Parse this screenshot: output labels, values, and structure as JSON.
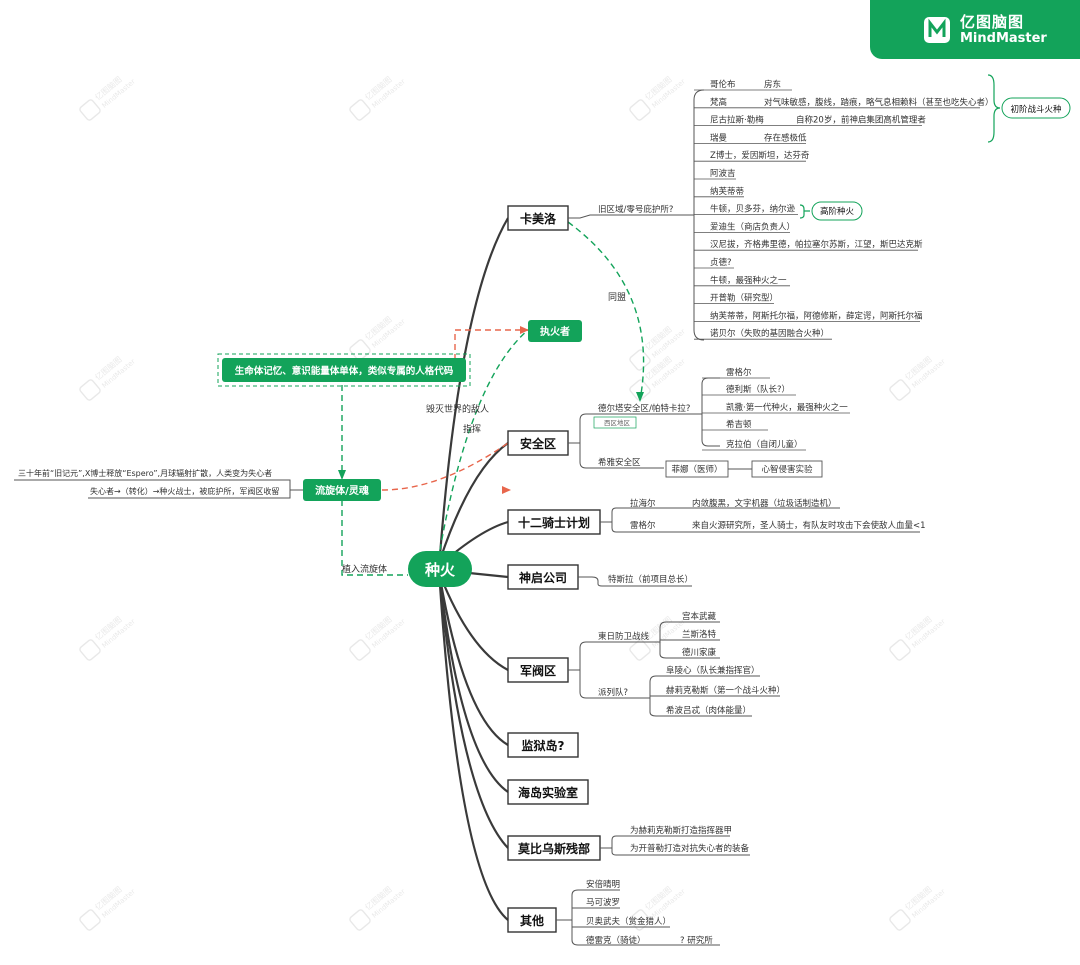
{
  "brand": {
    "name_cn": "亿图脑图",
    "name_en": "MindMaster"
  },
  "watermark": {
    "cn": "亿图脑图",
    "en": "MindMaster"
  },
  "center": "种火",
  "floating": {
    "zhihuo": "执火者",
    "shengming": "生命体记忆、意识能量体单体，类似专属的人格代码",
    "liuxuan": "流旋体/灵魂",
    "liuxuan_left1": "三十年前“旧记元”,X博士释放“Espero”,月球辐射扩散，人类变为失心者",
    "liuxuan_left2": "失心者→（转化）→种火战士，被庇护所，军阀区收留",
    "edge_zhiru": "植入流旋体",
    "edge_huimie": "毁灭世界的敌人",
    "edge_zhiyin": "指挥",
    "edge_tongmeng": "同盟"
  },
  "branches": {
    "kameiluo": {
      "label": "卡美洛",
      "sub": "旧区域/零号庇护所?",
      "items": [
        [
          "哥伦布",
          "房东"
        ],
        [
          "梵高",
          "对气味敏感，腹线，踏痕，略气息相赖料（甚至也吃失心者）"
        ],
        [
          "尼古拉斯·勒梅",
          "自称20岁，前神启集团高机管理者"
        ],
        [
          "瑞曼",
          "存在感极低"
        ],
        [
          "Z博士，爱因斯坦，达芬奇",
          ""
        ],
        [
          "阿波吉",
          ""
        ],
        [
          "纳芙蒂蒂",
          ""
        ],
        [
          "牛顿，贝多芬，纳尔逊",
          ""
        ],
        [
          "爱迪生（商店负责人）",
          ""
        ],
        [
          "汉尼拔，齐格弗里德，帕拉塞尔苏斯，江望，斯巴达克斯",
          ""
        ],
        [
          "贞德?",
          ""
        ],
        [
          "牛顿，最强种火之一",
          ""
        ],
        [
          "开普勒（研究型）",
          ""
        ],
        [
          "纳芙蒂蒂，阿斯托尔福，阿德修斯，薛定谔，阿斯托尔福",
          ""
        ],
        [
          "诺贝尔（失败的基因融合火种）",
          ""
        ]
      ],
      "tag1": "初阶战斗火种",
      "tag2": "高阶种火"
    },
    "anquanqu": {
      "label": "安全区",
      "sub1": "德尔塔安全区/帕特卡拉?",
      "sub1_tag": "西区地区",
      "sub1_items": [
        "雷格尔",
        "德利斯（队长?）",
        "凯撒·第一代种火，最强种火之一",
        "希吉顿",
        "克拉伯（自闭儿童）"
      ],
      "sub2": "希雅安全区",
      "sub2_item": "菲娜（医师）",
      "sub2_item2": "心智侵害实验"
    },
    "qishi": {
      "label": "十二骑士计划",
      "items": [
        [
          "拉海尔",
          "内敛腹黑，文字机器（垃圾话制造机）"
        ],
        [
          "雷格尔",
          "来自火源研究所，圣人骑士，有队友时攻击下会使敌人血量<1"
        ]
      ]
    },
    "shenqi": {
      "label": "神启公司",
      "item": "特斯拉（前项目总长）"
    },
    "junfa": {
      "label": "军阀区",
      "sub1": "東日防卫战线",
      "sub1_items": [
        "宫本武藏",
        "兰斯洛特",
        "德川家康"
      ],
      "sub2": "派列队?",
      "sub2_items": [
        "阜陵心（队长兼指挥官）",
        "赫莉克勒斯（第一个战斗火种）",
        "希波吕忒（肉体能量）"
      ]
    },
    "jianyu": {
      "label": "监狱岛?"
    },
    "haidao": {
      "label": "海岛实验室"
    },
    "mobi": {
      "label": "莫比乌斯残部",
      "items": [
        "为赫莉克勒斯打造指挥器甲",
        "为开普勒打造对抗失心者的装备"
      ]
    },
    "qita": {
      "label": "其他",
      "items": [
        "安倍晴明",
        "马可波罗",
        "贝奥武夫（赏金猎人）",
        "德雷克（骑徒）"
      ],
      "extra": "? 研究所"
    }
  }
}
